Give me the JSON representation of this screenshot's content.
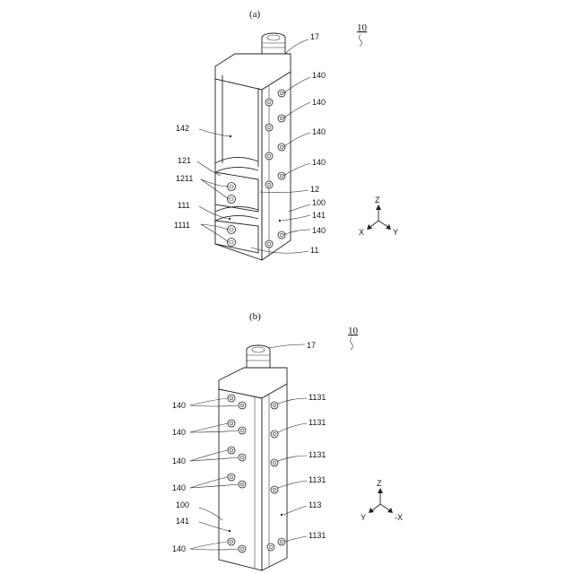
{
  "figure_a": {
    "caption": "(a)",
    "ref_number": "10",
    "labels": {
      "connector": "17",
      "holes_1": "140",
      "holes_2": "140",
      "holes_3": "140",
      "holes_4": "140",
      "holes_5": "140",
      "cavity": "142",
      "slot_121": "121",
      "slot_1211": "1211",
      "part_12": "12",
      "body_100": "100",
      "face_141": "141",
      "slot_111": "111",
      "slot_1111": "1111",
      "part_11": "11"
    },
    "axes": {
      "z": "Z",
      "x": "X",
      "y": "Y"
    }
  },
  "figure_b": {
    "caption": "(b)",
    "ref_number": "10",
    "labels": {
      "connector": "17",
      "holes_1": "140",
      "holes_2": "140",
      "holes_3": "140",
      "holes_4": "140",
      "body_100": "100",
      "face_141": "141",
      "holes_5": "140",
      "r1131_1": "1131",
      "r1131_2": "1131",
      "r1131_3": "1131",
      "r1131_4": "1131",
      "face_113": "113",
      "r1131_5": "1131"
    },
    "axes": {
      "z": "Z",
      "y": "Y",
      "x": "-X"
    }
  }
}
